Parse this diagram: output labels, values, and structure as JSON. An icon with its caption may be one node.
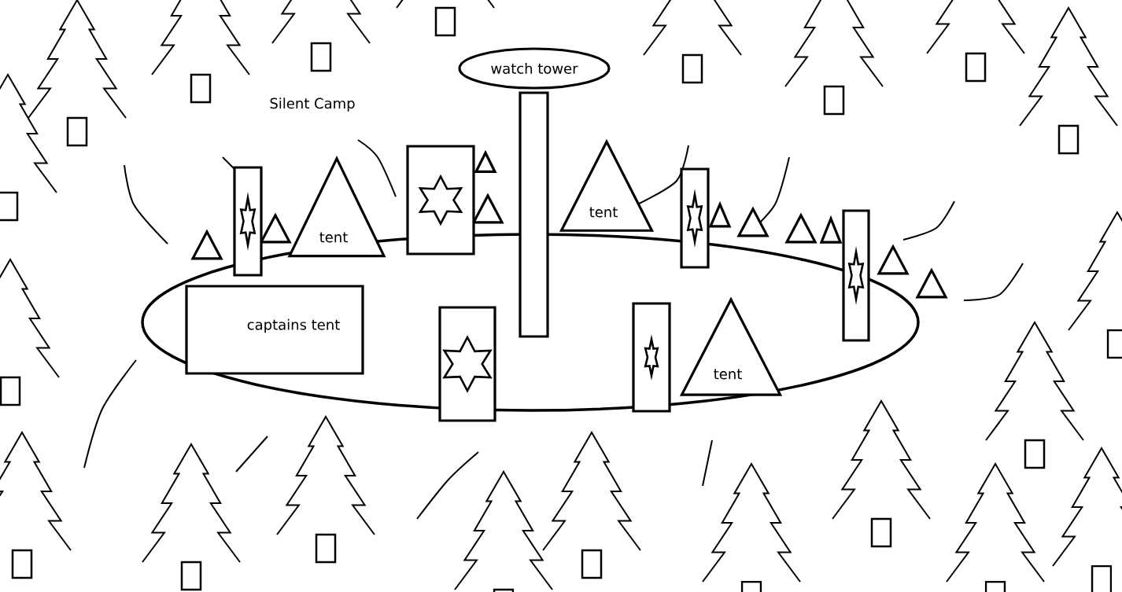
{
  "diagram": {
    "title": "Silent Camp",
    "nodes": [
      {
        "text": [
          "watch tower"
        ]
      },
      {
        "text": [],
        "shape": "bar"
      },
      {
        "text": [
          "tent"
        ]
      },
      {
        "text": [
          "tent"
        ]
      },
      {
        "text": [
          "tent"
        ]
      },
      {
        "text": [
          "captains tent"
        ]
      },
      {
        "text": [],
        "shape": "flag"
      },
      {
        "text": [],
        "shape": "flag"
      },
      {
        "text": [],
        "shape": "flag"
      },
      {
        "text": [],
        "shape": "flag"
      },
      {
        "text": [],
        "shape": "flag"
      },
      {
        "text": [],
        "shape": "flag"
      },
      {
        "text": [],
        "shape": "triangle"
      },
      {
        "text": [],
        "shape": "triangle"
      },
      {
        "text": [],
        "shape": "triangle"
      },
      {
        "text": [],
        "shape": "triangle"
      },
      {
        "text": [],
        "shape": "triangle"
      },
      {
        "text": [],
        "shape": "triangle"
      },
      {
        "text": [],
        "shape": "triangle"
      },
      {
        "text": [],
        "shape": "triangle"
      },
      {
        "text": [],
        "shape": "triangle"
      },
      {
        "text": [],
        "shape": "triangle"
      }
    ]
  }
}
